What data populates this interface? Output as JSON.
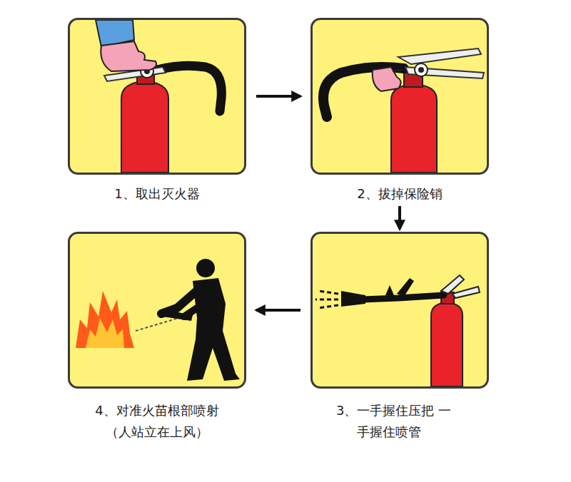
{
  "diagram": {
    "nodes": [
      {
        "text": [
          "1、取出灭火器"
        ]
      },
      {
        "text": [
          "2、拔掉保险销"
        ]
      },
      {
        "text": [
          "3、一手握住压把 一手握住喷管"
        ]
      },
      {
        "text": [
          "4、对准火苗根部喷射 （人站立在上风）"
        ]
      }
    ],
    "edges": [
      {
        "from": 0,
        "to": 1,
        "arrow": "to"
      },
      {
        "from": 1,
        "to": 2,
        "arrow": "to"
      },
      {
        "from": 2,
        "to": 3,
        "arrow": "to"
      }
    ]
  }
}
